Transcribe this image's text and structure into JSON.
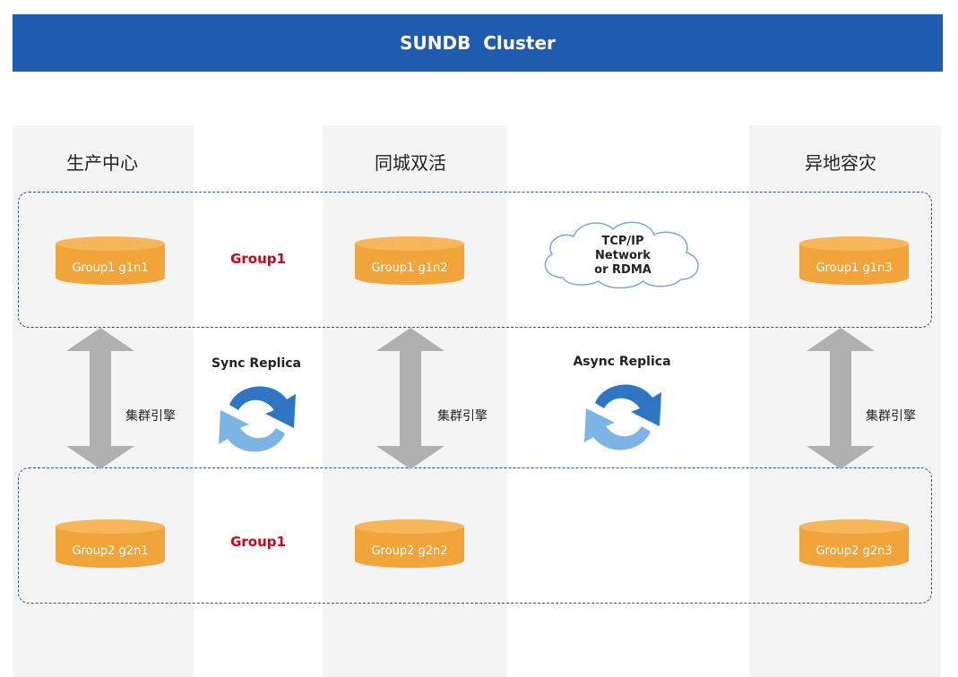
{
  "header": {
    "title": "SUNDB  Cluster"
  },
  "columns": [
    {
      "title": "生产中心"
    },
    {
      "title": "同城双活"
    },
    {
      "title": "异地容灾"
    }
  ],
  "nodes": {
    "g1n1": "Group1 g1n1",
    "g1n2": "Group1 g1n2",
    "g1n3": "Group1 g1n3",
    "g2n1": "Group2 g2n1",
    "g2n2": "Group2 g2n2",
    "g2n3": "Group2 g2n3"
  },
  "group_labels": {
    "top": "Group1",
    "bottom": "Group1"
  },
  "network": {
    "line1": "TCP/IP",
    "line2": "Network",
    "line3": "or RDMA"
  },
  "replica": {
    "sync": "Sync Replica",
    "async": "Async Replica"
  },
  "engine_label": "集群引擎",
  "colors": {
    "header": "#1f5bae",
    "cylinder": "#f0a43a",
    "cylinder_top": "#f7b65a",
    "group_label": "#d0021b",
    "dashed_border": "#2f5496",
    "arrow": "#b0b0b0",
    "replica_dark": "#2e75c3",
    "replica_light": "#7db4e6"
  }
}
